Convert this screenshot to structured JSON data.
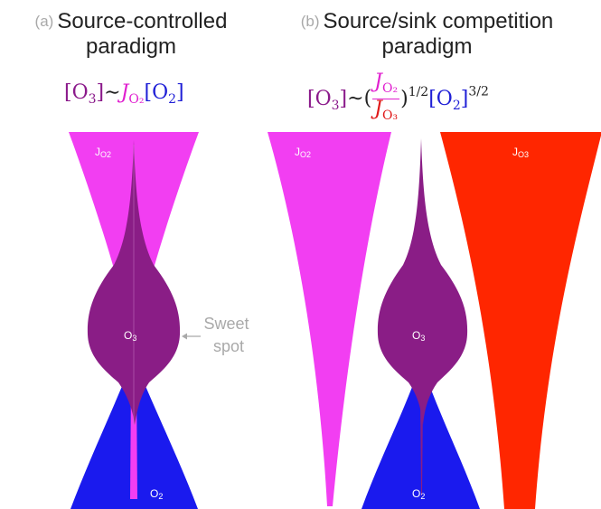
{
  "panel_a": {
    "letter": "(a)",
    "title_line1": "Source-controlled",
    "title_line2": "paradigm",
    "formula": {
      "o3": "[O",
      "o3_sub": "3",
      "o3_close": "]",
      "tilde": "∼",
      "j": "J",
      "j_sub": "O₂",
      "o2": "[O",
      "o2_sub": "2",
      "o2_close": "]"
    },
    "label_jo2": "J",
    "label_jo2_sub": "O2",
    "label_o3": "O",
    "label_o3_sub": "3",
    "label_o2": "O",
    "label_o2_sub": "2",
    "annotation_line1": "Sweet",
    "annotation_line2": "spot"
  },
  "panel_b": {
    "letter": "(b)",
    "title_line1": "Source/sink competition",
    "title_line2": "paradigm",
    "formula": {
      "o3": "[O",
      "o3_sub": "3",
      "o3_close": "]",
      "tilde": "∼(",
      "num": "J",
      "num_sub": "O₂",
      "den": "J",
      "den_sub": "O₃",
      "exp1": ")",
      "exp1_sup": "1/2",
      "o2": "[O",
      "o2_sub": "2",
      "o2_close": "]",
      "exp2_sup": "3/2"
    },
    "label_jo2": "J",
    "label_jo2_sub": "O2",
    "label_jo3": "J",
    "label_jo3_sub": "O3",
    "label_o3": "O",
    "label_o3_sub": "3",
    "label_o2": "O",
    "label_o2_sub": "2"
  },
  "colors": {
    "jo2_magenta": "#f23ef2",
    "o3_purple": "#8a1d86",
    "o2_blue": "#1a1aee",
    "jo3_red": "#ff2600",
    "annotation_gray": "#a9a9a9"
  }
}
